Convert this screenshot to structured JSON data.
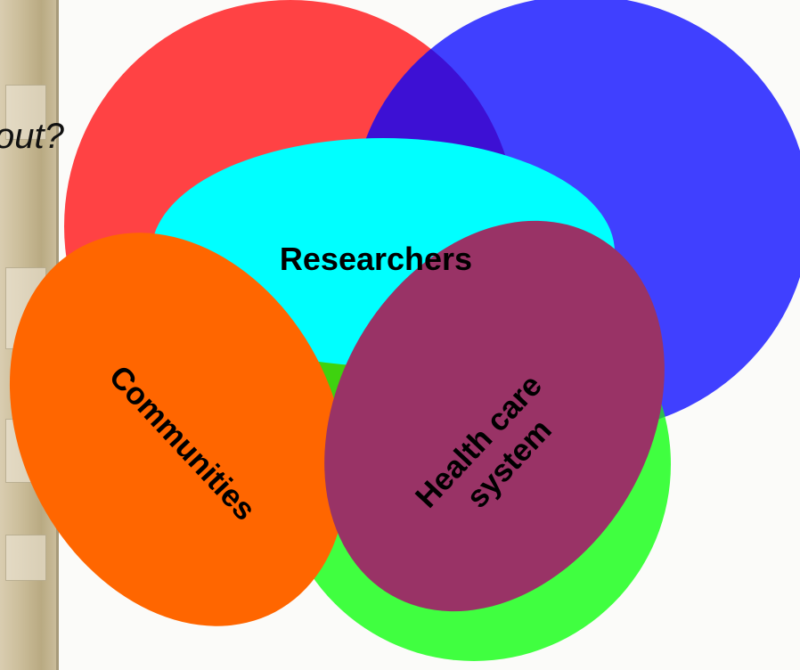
{
  "fragment_text": "out?",
  "labels": {
    "researchers": "Researchers",
    "communities": "Communities",
    "health_line1": "Health care",
    "health_line2": "system"
  },
  "colors": {
    "red_circle": "#ff4244",
    "blue_circle": "#4040ff",
    "green_circle": "#40ff40",
    "overlap_red_blue": "#3d10d4",
    "overlap_green_center": "#3ed20f",
    "overlap_green_blue": "#2bbd4f",
    "researchers_fill": "#00ffff",
    "communities_fill": "#ff6600",
    "health_fill": "#993366",
    "side_panel": "#cbbd9a",
    "background": "#fbfbf9"
  }
}
